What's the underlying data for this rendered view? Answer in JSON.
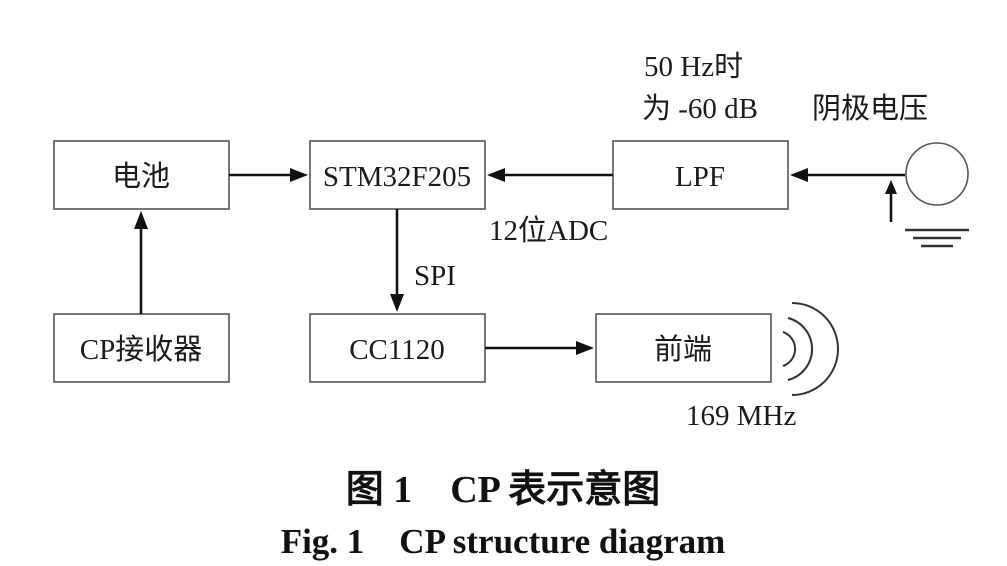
{
  "blocks": {
    "battery": "电池",
    "mcu": "STM32F205",
    "lpf": "LPF",
    "cp_receiver": "CP接收器",
    "transceiver": "CC1120",
    "front_end": "前端"
  },
  "annotations": {
    "lpf_spec_line1": "50 Hz时",
    "lpf_spec_line2": "为 -60 dB",
    "cathode_voltage": "阴极电压",
    "adc": "12位ADC",
    "spi": "SPI",
    "frequency": "169 MHz"
  },
  "caption": {
    "cn": "图 1　CP 表示意图",
    "en": "Fig. 1　CP structure diagram"
  }
}
